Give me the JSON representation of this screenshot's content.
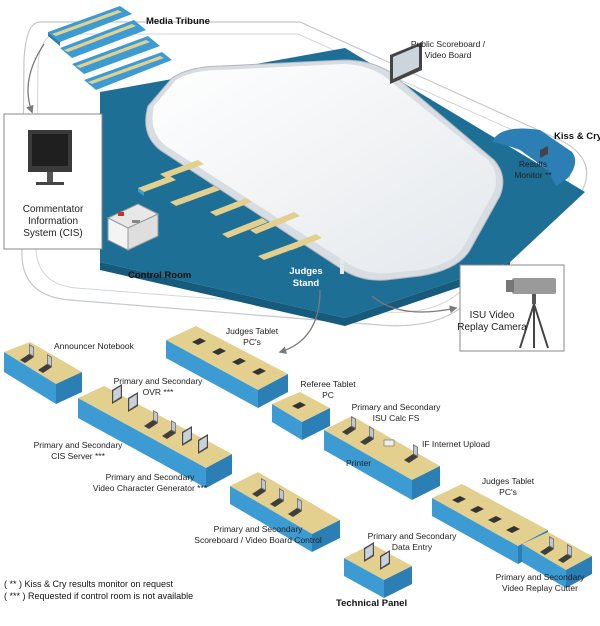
{
  "venue": {
    "media_tribune": "Media Tribune",
    "public_scoreboard": [
      "Public Scoreboard /",
      "Video Board"
    ],
    "kiss_and_cry": "Kiss & Cry",
    "results_monitor": [
      "Results",
      "Monitor **"
    ],
    "cis_caption": [
      "Commentator",
      "Information",
      "System (CIS)"
    ],
    "control_room": "Control Room",
    "judges_stand": [
      "Judges",
      "Stand"
    ],
    "isu_camera": [
      "ISU Video",
      "Replay Camera"
    ]
  },
  "equipment": {
    "announcer_notebook": "Announcer Notebook",
    "judges_tablet_top": [
      "Judges Tablet",
      "PC's"
    ],
    "ovr": [
      "Primary and Secondary",
      "OVR ***"
    ],
    "referee_tablet": [
      "Referee Tablet",
      "PC"
    ],
    "isu_calc": [
      "Primary and Secondary",
      "ISU Calc FS"
    ],
    "cis_server": [
      "Primary and Secondary",
      "CIS Server ***"
    ],
    "if_upload": "IF Internet Upload",
    "printer": "Printer",
    "video_char_gen": [
      "Primary and Secondary",
      "Video Character Generator ***"
    ],
    "judges_tablet_bottom": [
      "Judges Tablet",
      "PC's"
    ],
    "scoreboard_control": [
      "Primary and Secondary",
      "Scoreboard / Video Board Control"
    ],
    "data_entry": [
      "Primary and Secondary",
      "Data Entry"
    ],
    "video_replay_cutter": [
      "Primary and Secondary",
      "Video Replay Cutter"
    ],
    "technical_panel": "Technical Panel"
  },
  "notes": [
    "( ** ) Kiss & Cry results monitor on request",
    "( *** ) Requested if control room is not available"
  ],
  "colors": {
    "arena_blue": "#1e6f96",
    "arena_dark": "#165a7c",
    "ice": "#f4f6f8",
    "desk_top": "#e3cf8e",
    "desk_blue": "#3d9bd3",
    "desk_shadow": "#2b7fb4",
    "laptop": "#5a5a5a"
  }
}
